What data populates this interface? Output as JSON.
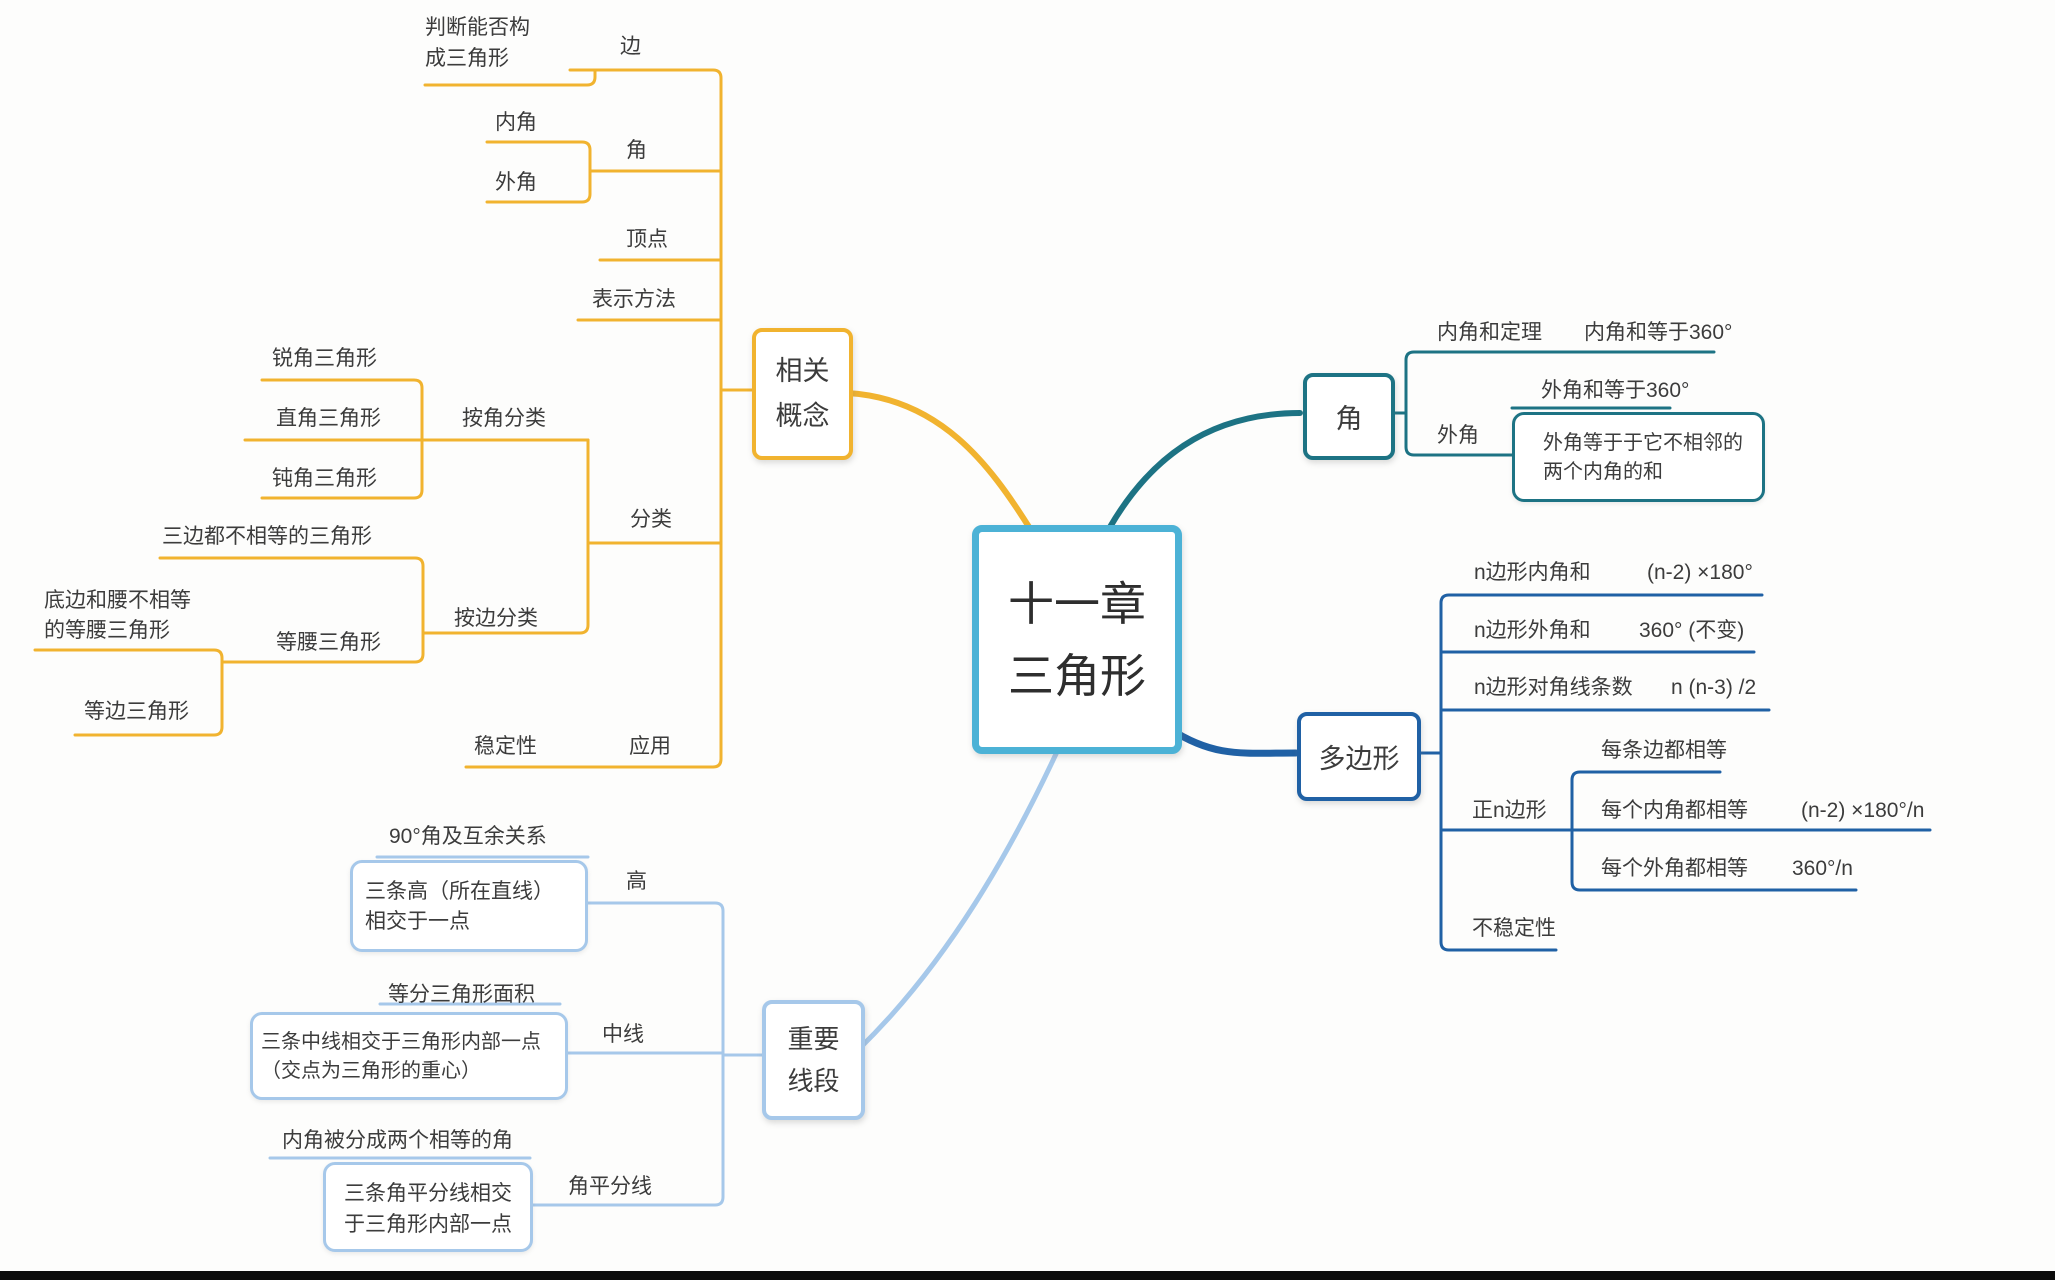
{
  "colors": {
    "yellow": "#f1b32f",
    "teal": "#1d7384",
    "dark_blue": "#2061a5",
    "light_blue": "#a6c8ea",
    "center_border": "#4cb2d6",
    "text": "#3c3c3c",
    "bottom_bar": "#0c0c0c"
  },
  "center": {
    "line1": "十一章",
    "line2": "三角形"
  },
  "concepts": {
    "node_line1": "相关",
    "node_line2": "概念",
    "side": "边",
    "side_child": "判断能否构\n成三角形",
    "angle": "角",
    "interior_angle": "内角",
    "exterior_angle": "外角",
    "vertex": "顶点",
    "notation": "表示方法",
    "classification": "分类",
    "by_angle": "按角分类",
    "acute": "锐角三角形",
    "right": "直角三角形",
    "obtuse": "钝角三角形",
    "by_side": "按边分类",
    "scalene": "三边都不相等的三角形",
    "isosceles": "等腰三角形",
    "isosceles_unequal": "底边和腰不相等\n的等腰三角形",
    "equilateral": "等边三角形",
    "application": "应用",
    "stability": "稳定性"
  },
  "angle_branch": {
    "node": "角",
    "interior_theorem": "内角和定理",
    "interior_value": "内角和等于360°",
    "exterior": "外角",
    "exterior_sum": "外角和等于360°",
    "exterior_rule_line1": "外角等于于它不相邻的",
    "exterior_rule_line2": "两个内角的和"
  },
  "polygon": {
    "node": "多边形",
    "interior_sum_label": "n边形内角和",
    "interior_sum_value": "(n-2) ×180°",
    "exterior_sum_label": "n边形外角和",
    "exterior_sum_value": "360° (不变)",
    "diagonal_label": "n边形对角线条数",
    "diagonal_value": "n (n-3) /2",
    "regular": "正n边形",
    "equal_sides": "每条边都相等",
    "equal_interior": "每个内角都相等",
    "equal_interior_value": "(n-2) ×180°/n",
    "equal_exterior": "每个外角都相等",
    "equal_exterior_value": "360°/n",
    "instability": "不稳定性"
  },
  "segments": {
    "node_line1": "重要",
    "node_line2": "线段",
    "altitude": "高",
    "altitude_child1": "90°角及互余关系",
    "altitude_child2_line1": "三条高（所在直线）",
    "altitude_child2_line2": "相交于一点",
    "median": "中线",
    "median_child1": "等分三角形面积",
    "median_child2_line1": "三条中线相交于三角形内部一点",
    "median_child2_line2": "（交点为三角形的重心）",
    "bisector": "角平分线",
    "bisector_child1": "内角被分成两个相等的角",
    "bisector_child2_line1": "三条角平分线相交",
    "bisector_child2_line2": "于三角形内部一点"
  }
}
